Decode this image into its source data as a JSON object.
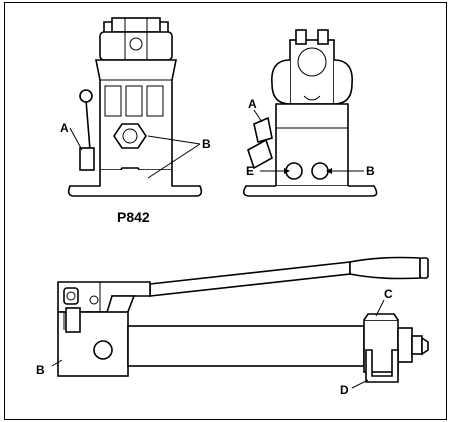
{
  "figure": {
    "model_label": "P842",
    "front_view": {
      "label_a": "A",
      "label_b": "B"
    },
    "side_view": {
      "label_a": "A",
      "label_e": "E",
      "label_b": "B"
    },
    "pump_view": {
      "label_b": "B",
      "label_c": "C",
      "label_d": "D"
    }
  }
}
